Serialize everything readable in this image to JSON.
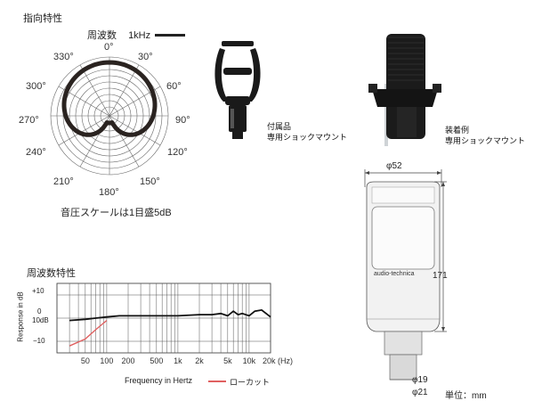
{
  "polar": {
    "title": "指向特性",
    "legend_label": "周波数",
    "legend_freq": "1kHz",
    "angles": [
      "0°",
      "30°",
      "60°",
      "90°",
      "120°",
      "150°",
      "180°",
      "210°",
      "240°",
      "270°",
      "300°",
      "330°"
    ],
    "scale_note": "音圧スケールは1目盛5dB",
    "pattern": "cardioid",
    "line_color": "#2a2320"
  },
  "photos": {
    "shock_mount_caption_1": "付属品",
    "shock_mount_caption_2": "専用ショックマウント",
    "mounted_caption_1": "装着例",
    "mounted_caption_2": "専用ショックマウント",
    "brand_text": "audio-technica"
  },
  "dimensions": {
    "top_width": "φ52",
    "height": "171",
    "bottom_1": "φ19",
    "bottom_2": "φ21",
    "unit": "単位：mm"
  },
  "frequency": {
    "title": "周波数特性",
    "ylabel": "Response in dB",
    "y_ticks": [
      "+10",
      "0",
      "10dB",
      "−10"
    ],
    "xlabel": "Frequency in Hertz",
    "x_ticks": [
      "50",
      "100",
      "200",
      "500",
      "1k",
      "2k",
      "5k",
      "10k",
      "20k (Hz)"
    ],
    "legend_lowcut": "ローカット",
    "lowcut_color": "#e06060",
    "main_color": "#111111"
  },
  "chart_data": {
    "type": "line",
    "xlabel": "Frequency in Hertz",
    "ylabel": "Response in dB",
    "x_scale": "log",
    "series": [
      {
        "x": [
          30,
          50,
          70,
          100,
          150,
          200,
          300,
          500,
          700,
          1000,
          2000,
          3000,
          4000,
          5000,
          6000,
          7000,
          8000,
          10000,
          12000,
          15000,
          20000
        ],
        "y": [
          -1,
          -0.5,
          0,
          0.5,
          1,
          1,
          1,
          1,
          1,
          1,
          1.5,
          1.5,
          2,
          1,
          3,
          1.5,
          2,
          1,
          3,
          3.5,
          0.5
        ]
      },
      {
        "name": "ローカット",
        "x": [
          30,
          50,
          70,
          100
        ],
        "y": [
          -12,
          -9,
          -5,
          -1
        ]
      }
    ]
  }
}
